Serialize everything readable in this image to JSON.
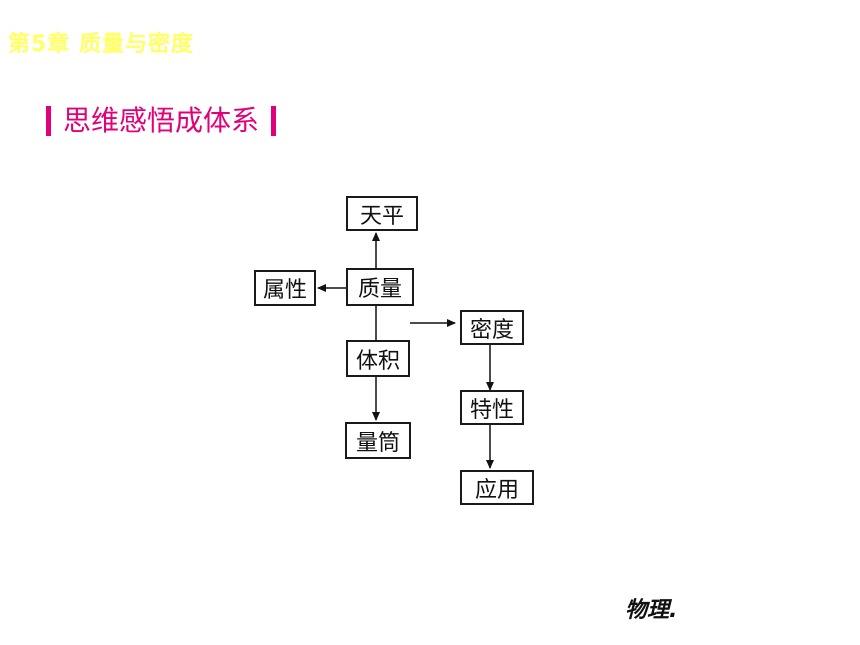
{
  "header": {
    "chapter_title": "第5章  质量与密度"
  },
  "section": {
    "title": "思维感悟成体系"
  },
  "diagram": {
    "nodes": {
      "balance": "天平",
      "attribute": "属性",
      "mass": "质量",
      "volume": "体积",
      "cylinder": "量筒",
      "density": "密度",
      "property": "特性",
      "application": "应用"
    }
  },
  "footer": {
    "subject": "物理."
  }
}
